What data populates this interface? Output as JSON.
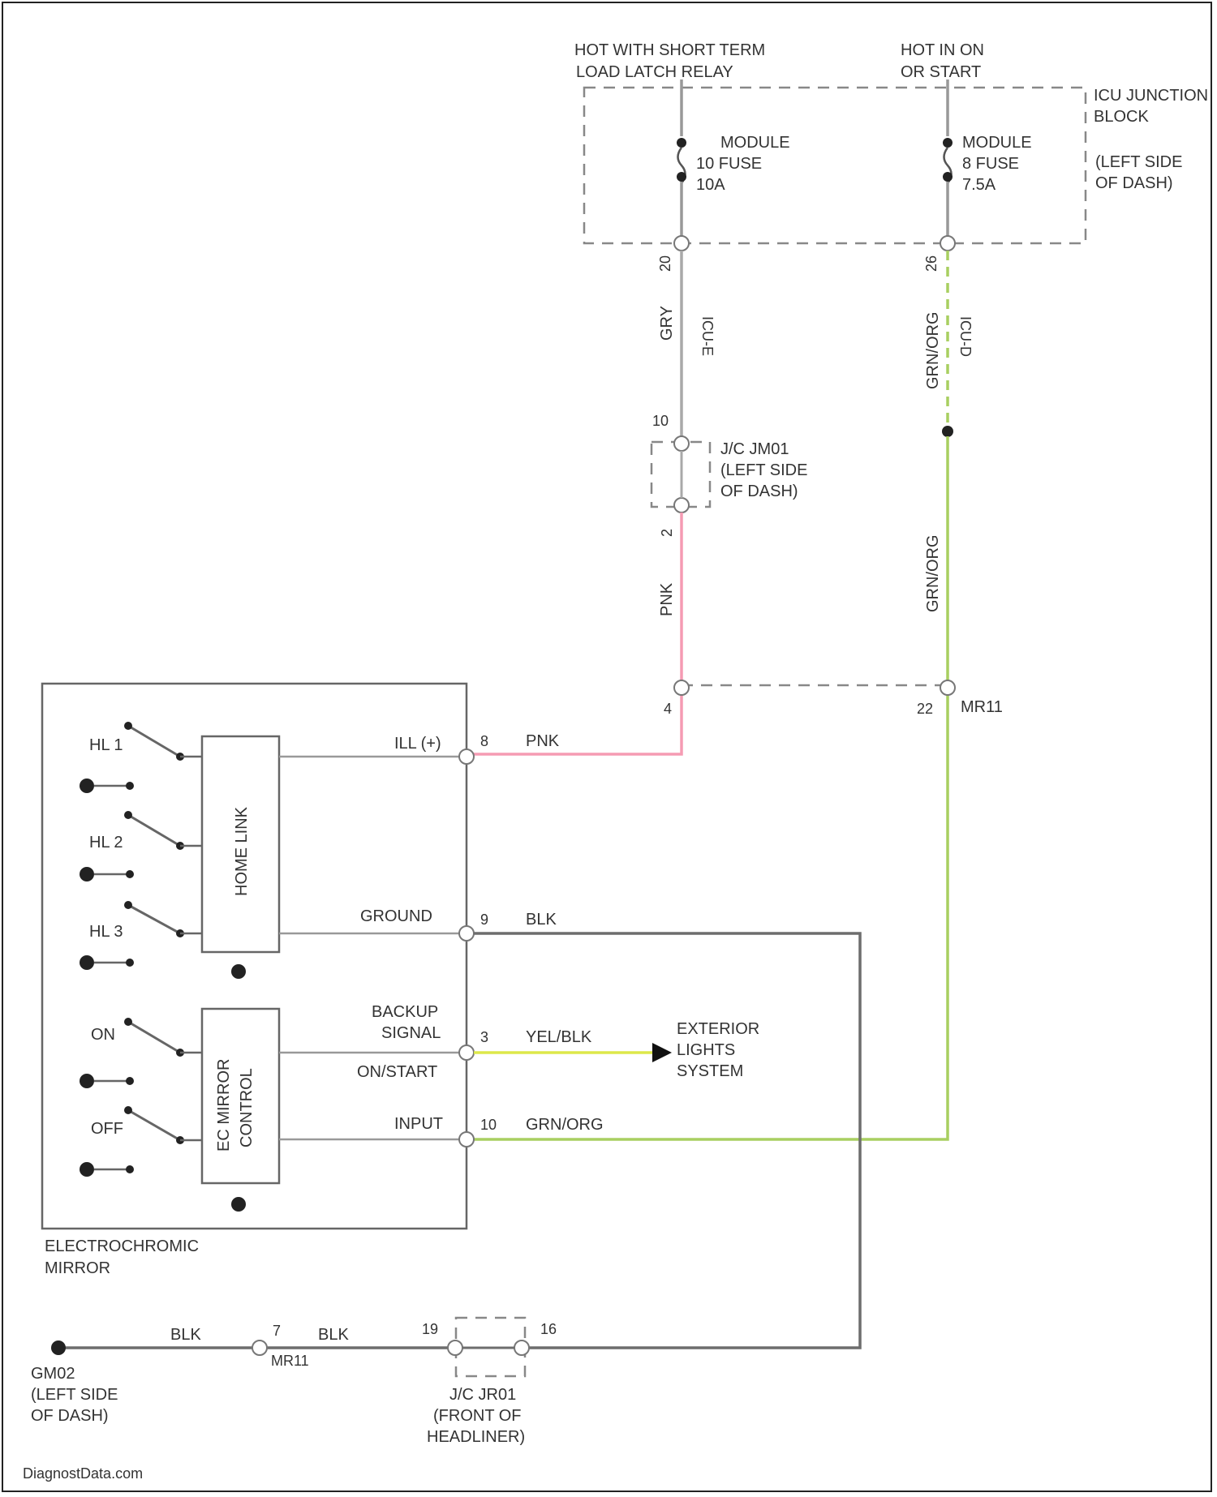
{
  "power": {
    "left_source": [
      "HOT WITH SHORT TERM",
      "LOAD LATCH RELAY"
    ],
    "right_source": [
      "HOT IN ON",
      "OR START"
    ],
    "jb_label": [
      "ICU JUNCTION",
      "BLOCK",
      "(LEFT SIDE",
      "OF DASH)"
    ],
    "fuse_left": [
      "MODULE",
      "10 FUSE",
      "10A"
    ],
    "fuse_right": [
      "MODULE",
      "8 FUSE",
      "7.5A"
    ],
    "pin_left": "20",
    "conn_left": "ICU-E",
    "pin_right": "26",
    "conn_right": "ICU-D"
  },
  "wires": {
    "gry": "GRY",
    "pnk": "PNK",
    "grn_org": "GRN/ORG",
    "blk": "BLK",
    "yel_blk": "YEL/BLK",
    "grn_org_input": "GRN/ORG"
  },
  "jc_left": {
    "label": [
      "J/C JM01",
      "(LEFT SIDE",
      "OF DASH)"
    ],
    "pin_top": "10",
    "pin_bottom": "2"
  },
  "mr11": {
    "label": "MR11",
    "pin_left": "4",
    "pin_right": "22"
  },
  "mirror": {
    "title": [
      "ELECTROCHROMIC",
      "MIRROR"
    ],
    "switches": [
      "HL 1",
      "HL 2",
      "HL 3",
      "ON",
      "OFF"
    ],
    "homelink": "HOME LINK",
    "ec_control": [
      "EC MIRROR",
      "CONTROL"
    ],
    "signals": [
      "ILL (+)",
      "GROUND",
      "BACKUP",
      "SIGNAL",
      "ON/START",
      "INPUT"
    ],
    "pins": [
      "8",
      "9",
      "3",
      "10"
    ]
  },
  "exterior": [
    "EXTERIOR",
    "LIGHTS",
    "SYSTEM"
  ],
  "ground": {
    "gm_label": [
      "GM02",
      "(LEFT SIDE",
      "OF DASH)"
    ],
    "mr11_pin": "7",
    "mr11_label": "MR11",
    "jc_label": [
      "J/C JR01",
      "(FRONT OF",
      "HEADLINER)"
    ],
    "jc_pin_left": "19",
    "jc_pin_right": "16"
  },
  "footer": "DiagnostData.com",
  "colors": {
    "pnk": "#f59bb3",
    "grn_org": "#a8cf60",
    "yel_blk": "#dde84a",
    "gry": "#a9a9a9",
    "blk": "#6d6d6d"
  }
}
